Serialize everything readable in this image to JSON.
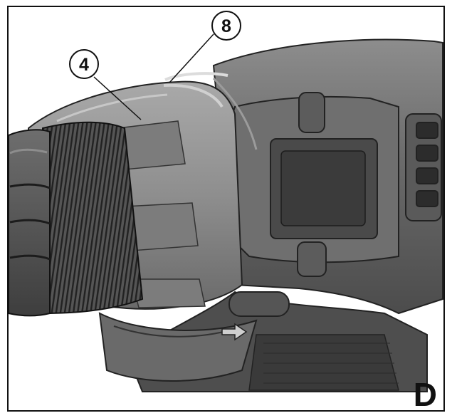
{
  "figure": {
    "letter": "D",
    "subject_icon": "cordless-drill-icon"
  },
  "callouts": [
    {
      "id": "callout-4",
      "label": "4"
    },
    {
      "id": "callout-8",
      "label": "8"
    }
  ],
  "colors": {
    "frame": "#111111",
    "body_dark": "#545454",
    "body_mid": "#6c6c6c",
    "body_light": "#8a8a8a",
    "highlight": "#b5b5b5",
    "chuck": "#4a4a4a"
  }
}
